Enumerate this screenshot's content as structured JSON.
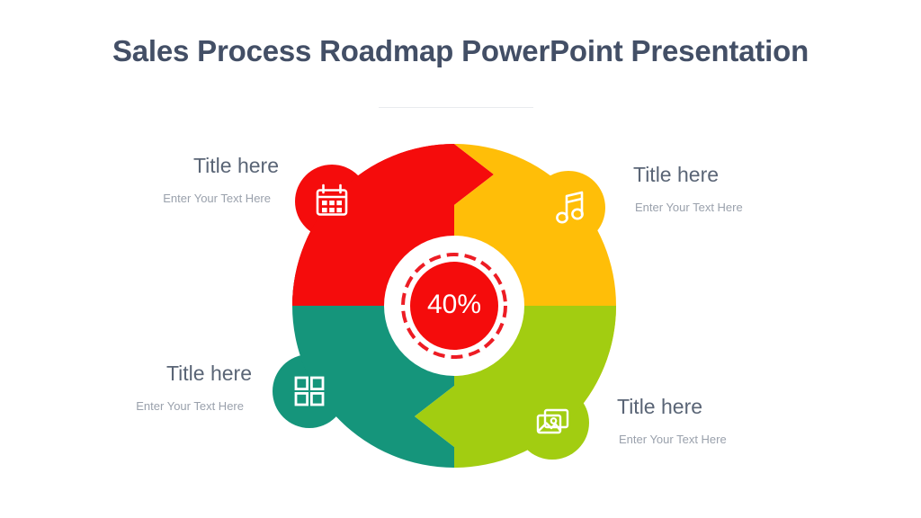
{
  "slide": {
    "title": "Sales Process Roadmap PowerPoint Presentation",
    "background_color": "#ffffff",
    "title_color": "#434f66",
    "divider_color": "#e9ebee"
  },
  "center": {
    "value_label": "40%",
    "fill_color": "#f50c0c",
    "dashed_ring_color": "#ed1c24",
    "text_color": "#ffffff",
    "plate_color": "#ffffff"
  },
  "wheel": {
    "segments": [
      {
        "id": "segment-1",
        "position": "top-left",
        "color": "#f50c0c",
        "icon": "calendar-icon",
        "title": "Title here",
        "description": "Enter Your Text Here"
      },
      {
        "id": "segment-2",
        "position": "top-right",
        "color": "#ffbe08",
        "icon": "music-note-icon",
        "title": "Title here",
        "description": "Enter Your Text Here"
      },
      {
        "id": "segment-3",
        "position": "bottom-right",
        "color": "#a2cd11",
        "icon": "image-icon",
        "title": "Title here",
        "description": "Enter Your Text Here"
      },
      {
        "id": "segment-4",
        "position": "bottom-left",
        "color": "#15957b",
        "icon": "grid-squares-icon",
        "title": "Title here",
        "description": "Enter Your Text Here"
      }
    ]
  },
  "callouts": {
    "top_left": {
      "title": "Title here",
      "description": "Enter Your Text Here"
    },
    "top_right": {
      "title": "Title here",
      "description": "Enter Your Text Here"
    },
    "bottom_left": {
      "title": "Title here",
      "description": "Enter Your Text Here"
    },
    "bottom_right": {
      "title": "Title here",
      "description": "Enter Your Text Here"
    }
  }
}
